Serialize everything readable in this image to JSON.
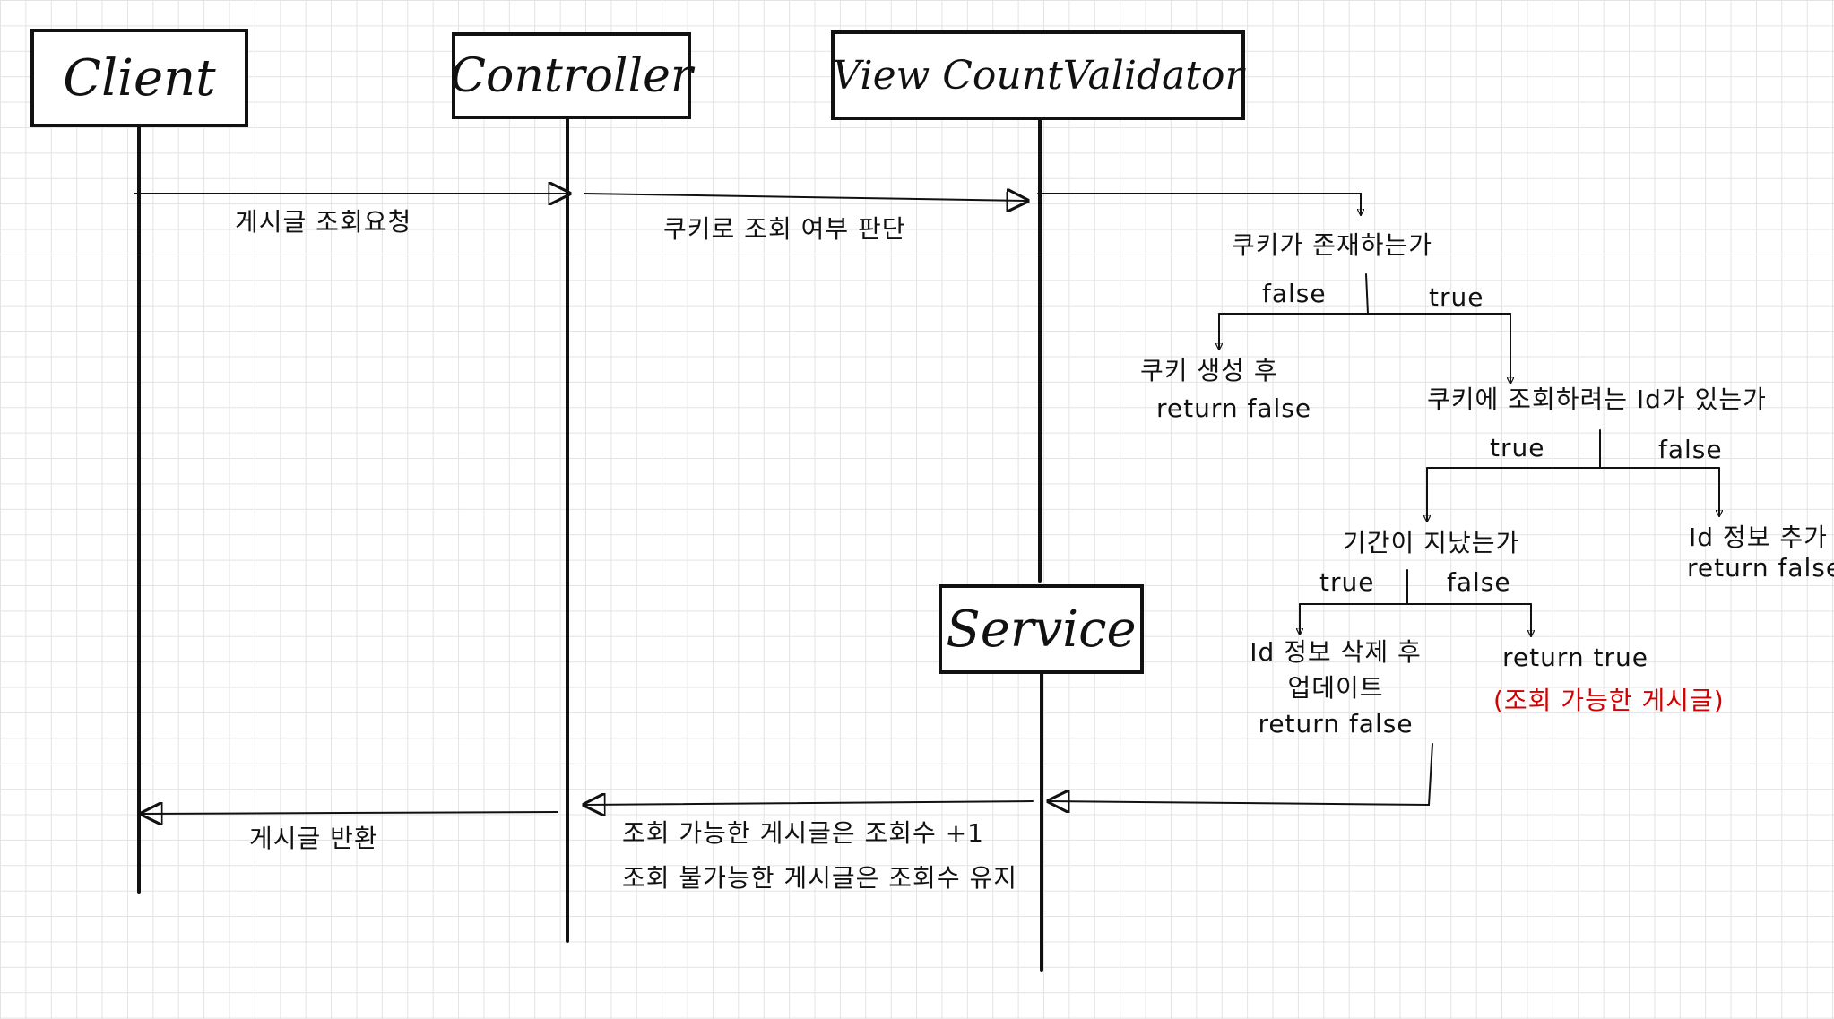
{
  "participants": {
    "client": "Client",
    "controller": "Controller",
    "validator": "View CountValidator",
    "service": "Service"
  },
  "messages": {
    "post_view_request": "게시글 조회요청",
    "cookie_check": "쿠키로 조회 여부 판단",
    "return_post": "게시글 반환",
    "service_result": [
      "조회 가능한 게시글은 조회수 +1",
      "조회 불가능한 게시글은 조회수 유지"
    ]
  },
  "decision_tree": {
    "q1": "쿠키가 존재하는가",
    "q1_false": "false",
    "q1_true": "true",
    "q1_false_result": [
      "쿠키 생성 후",
      "return false"
    ],
    "q2": "쿠키에 조회하려는 Id가 있는가",
    "q2_true": "true",
    "q2_false": "false",
    "q2_false_result": [
      "Id 정보 추가",
      "return false"
    ],
    "q3": "기간이 지났는가",
    "q3_true": "true",
    "q3_false": "false",
    "q3_true_result": [
      "Id 정보 삭제 후",
      "업데이트",
      "return false"
    ],
    "q3_false_result": "return true",
    "q3_false_note": "(조회 가능한 게시글)"
  },
  "colors": {
    "ink": "#111111",
    "note_red": "#d20000",
    "grid": "#e3e3e3"
  }
}
